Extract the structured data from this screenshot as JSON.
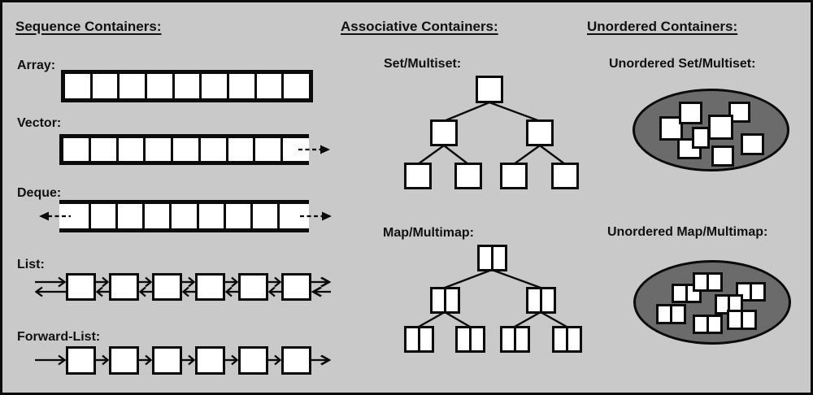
{
  "colors": {
    "background": "#c9c9c9",
    "line": "#0b0b0b",
    "box_fill": "#ffffff",
    "ellipse_fill": "#6b6b6b"
  },
  "sections": {
    "sequence": {
      "title": "Sequence Containers:",
      "items": {
        "array": {
          "label": "Array:",
          "cell_count": 9
        },
        "vector": {
          "label": "Vector:",
          "closed_cell_count": 8,
          "open_right_end": true
        },
        "deque": {
          "label": "Deque:",
          "closed_cell_count": 7,
          "open_left_end": true,
          "open_right_end": true
        },
        "list": {
          "label": "List:",
          "node_count": 6
        },
        "forward_list": {
          "label": "Forward-List:",
          "node_count": 6
        }
      }
    },
    "associative": {
      "title": "Associative Containers:",
      "items": {
        "set": {
          "label": "Set/Multiset:",
          "tree_node_count": 7
        },
        "map": {
          "label": "Map/Multimap:",
          "tree_node_count": 7
        }
      }
    },
    "unordered": {
      "title": "Unordered Containers:",
      "items": {
        "unordered_set": {
          "label": "Unordered Set/Multiset:",
          "element_count": 8
        },
        "unordered_map": {
          "label": "Unordered Map/Multimap:",
          "element_count": 7
        }
      }
    }
  }
}
